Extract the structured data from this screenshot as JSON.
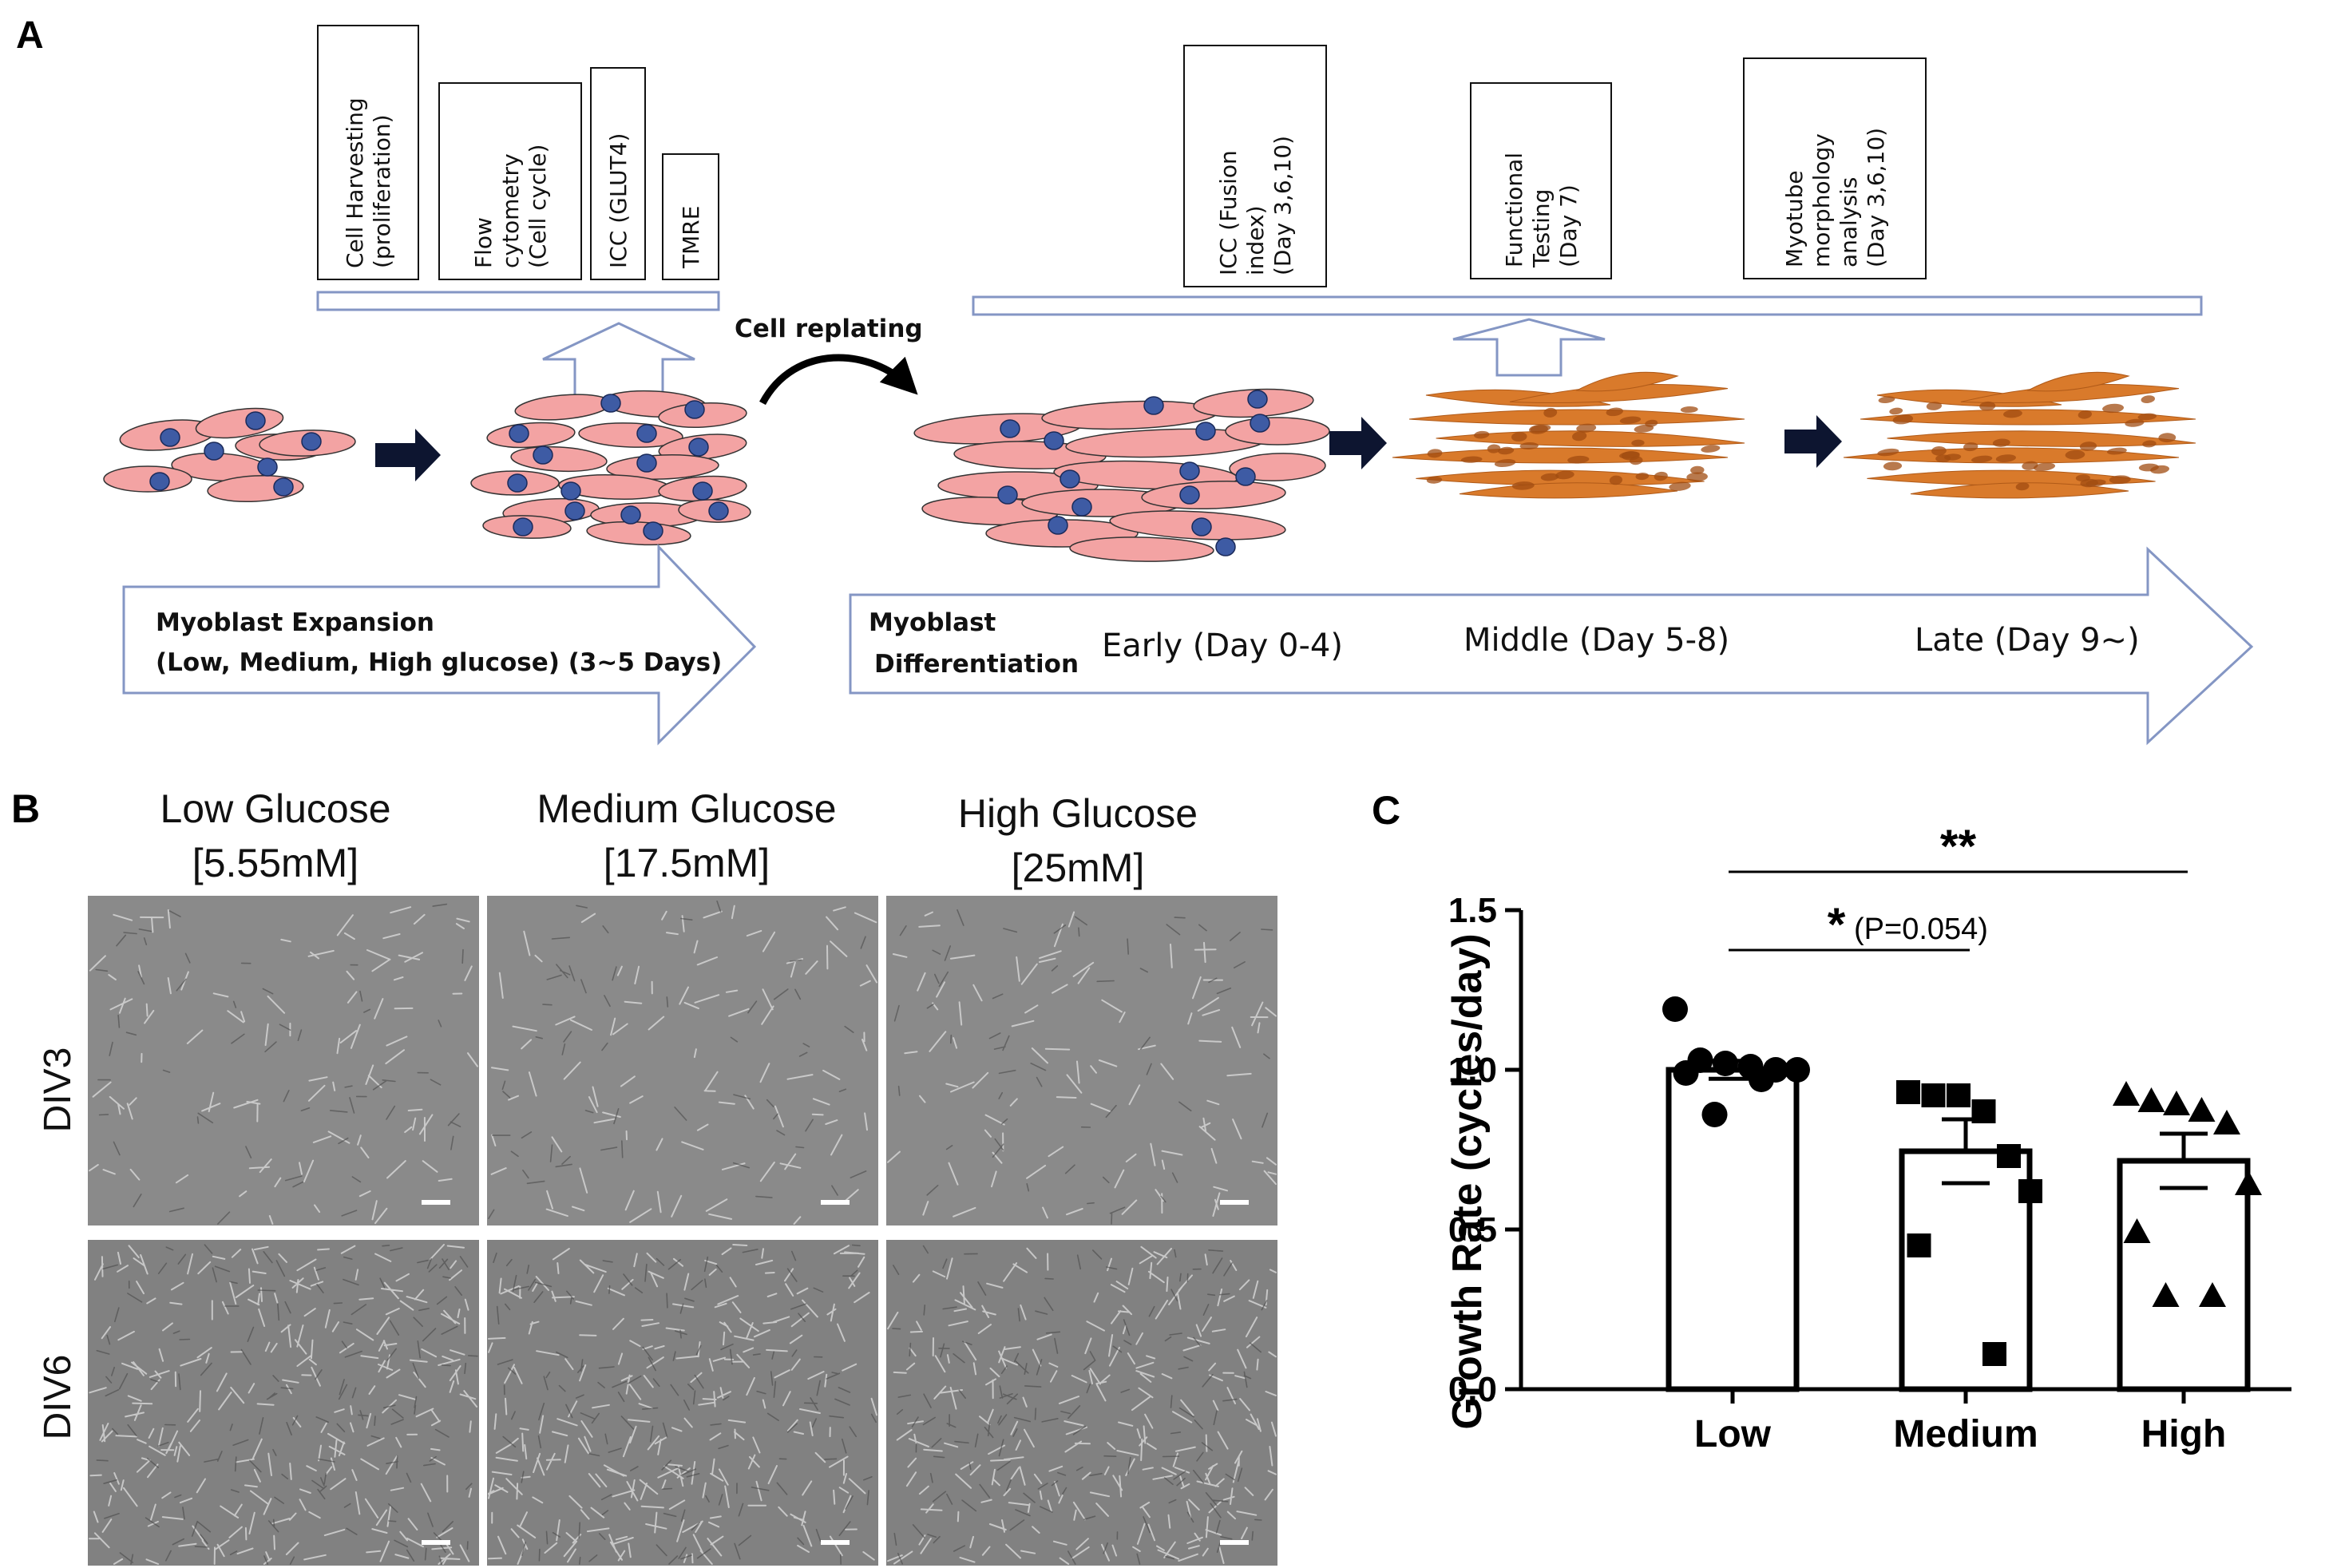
{
  "panel_labels": {
    "a": "A",
    "b": "B",
    "c": "C"
  },
  "protocol": {
    "expansion_assays": [
      "Cell Harvesting|(proliferation)",
      "Flow|cytometry|(Cell cycle)",
      "ICC (GLUT4)",
      "TMRE"
    ],
    "differentiation_assays": [
      "ICC (Fusion|index)|(Day 3,6,10)",
      "Functional|Testing|(Day 7)",
      "Myotube|morphology|analysis|(Day 3,6,10)"
    ],
    "replating_label": "Cell replating",
    "expansion_line1": "Myoblast Expansion",
    "expansion_line2": "(Low, Medium, High glucose) (3~5 Days)",
    "differentiation_line1": "Myoblast",
    "differentiation_line2": "Differentiation",
    "phases": [
      "Early (Day 0-4)",
      "Middle (Day 5-8)",
      "Late (Day 9~)"
    ],
    "colors": {
      "myoblast_fill": "#f3a3a3",
      "nucleus_fill": "#3e5ba4",
      "myotube_fill": "#d97a2b",
      "myotube_dark": "#a04c12",
      "box_border": "#8496c4"
    }
  },
  "micrographs": {
    "columns": [
      {
        "name": "Low Glucose",
        "conc": "[5.55mM]"
      },
      {
        "name": "Medium Glucose",
        "conc": "[17.5mM]"
      },
      {
        "name": "High Glucose",
        "conc": "[25mM]"
      }
    ],
    "rows": [
      "DIV3",
      "DIV6"
    ],
    "colors": {
      "image_bg": "#8a8a8a",
      "cell_stroke": "#d8d8d8",
      "scale_bar": "#ffffff"
    }
  },
  "chart_data": {
    "type": "bar",
    "categories": [
      "Low",
      "Medium",
      "High"
    ],
    "values": [
      1.0,
      0.745,
      0.715
    ],
    "errors": [
      0.028,
      0.1,
      0.085
    ],
    "points": [
      [
        1.19,
        1.03,
        1.02,
        1.01,
        1.0,
        1.0,
        0.99,
        0.97,
        0.86
      ],
      [
        0.93,
        0.92,
        0.92,
        0.87,
        0.73,
        0.62,
        0.45,
        0.11
      ],
      [
        0.92,
        0.9,
        0.89,
        0.87,
        0.83,
        0.64,
        0.49,
        0.29,
        0.29
      ]
    ],
    "markers": [
      "circle",
      "square",
      "triangle"
    ],
    "ylabel": "Growth Rate (cycles/day)",
    "ylim": [
      0,
      1.5
    ],
    "yticks": [
      "0.0",
      "0.5",
      "1.0",
      "1.5"
    ],
    "significance": [
      {
        "from": 0,
        "to": 1,
        "star": "*",
        "note": "(P=0.054)"
      },
      {
        "from": 0,
        "to": 2,
        "star": "**",
        "note": ""
      }
    ],
    "grid": false,
    "colors": {
      "bar_fill": "#ffffff",
      "bar_stroke": "#000000"
    }
  }
}
